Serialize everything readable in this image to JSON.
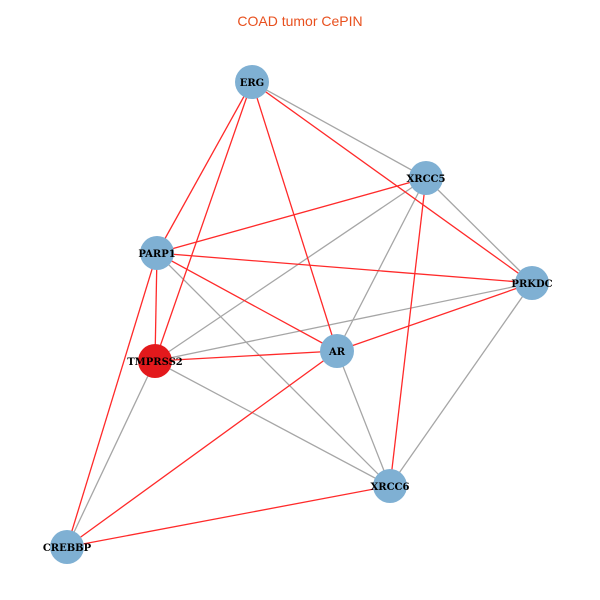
{
  "title": "COAD tumor CePIN",
  "colors": {
    "node": "#7fb0d3",
    "highlight": "#e3191c",
    "edge_red": "#ff2a2a",
    "edge_gray": "#a6a6a6",
    "title": "#e8501e"
  },
  "nodes": [
    {
      "id": "ERG",
      "label": "ERG",
      "highlight": false
    },
    {
      "id": "XRCC5",
      "label": "XRCC5",
      "highlight": false
    },
    {
      "id": "PARP1",
      "label": "PARP1",
      "highlight": false
    },
    {
      "id": "PRKDC",
      "label": "PRKDC",
      "highlight": false
    },
    {
      "id": "TMPRSS2",
      "label": "TMPRSS2",
      "highlight": true
    },
    {
      "id": "AR",
      "label": "AR",
      "highlight": false
    },
    {
      "id": "XRCC6",
      "label": "XRCC6",
      "highlight": false
    },
    {
      "id": "CREBBP",
      "label": "CREBBP",
      "highlight": false
    }
  ],
  "edges": [
    {
      "source": "ERG",
      "target": "XRCC5",
      "type": "gray"
    },
    {
      "source": "XRCC5",
      "target": "PRKDC",
      "type": "gray"
    },
    {
      "source": "XRCC5",
      "target": "TMPRSS2",
      "type": "gray"
    },
    {
      "source": "XRCC5",
      "target": "AR",
      "type": "gray"
    },
    {
      "source": "PRKDC",
      "target": "TMPRSS2",
      "type": "gray"
    },
    {
      "source": "PRKDC",
      "target": "XRCC6",
      "type": "gray"
    },
    {
      "source": "PARP1",
      "target": "XRCC6",
      "type": "gray"
    },
    {
      "source": "TMPRSS2",
      "target": "XRCC6",
      "type": "gray"
    },
    {
      "source": "TMPRSS2",
      "target": "CREBBP",
      "type": "gray"
    },
    {
      "source": "AR",
      "target": "XRCC6",
      "type": "gray"
    },
    {
      "source": "ERG",
      "target": "PARP1",
      "type": "red"
    },
    {
      "source": "ERG",
      "target": "TMPRSS2",
      "type": "red"
    },
    {
      "source": "ERG",
      "target": "AR",
      "type": "red"
    },
    {
      "source": "ERG",
      "target": "PRKDC",
      "type": "red"
    },
    {
      "source": "PARP1",
      "target": "XRCC5",
      "type": "red"
    },
    {
      "source": "PARP1",
      "target": "PRKDC",
      "type": "red"
    },
    {
      "source": "PARP1",
      "target": "AR",
      "type": "red"
    },
    {
      "source": "PARP1",
      "target": "TMPRSS2",
      "type": "red"
    },
    {
      "source": "PARP1",
      "target": "CREBBP",
      "type": "red"
    },
    {
      "source": "TMPRSS2",
      "target": "AR",
      "type": "red"
    },
    {
      "source": "AR",
      "target": "PRKDC",
      "type": "red"
    },
    {
      "source": "AR",
      "target": "CREBBP",
      "type": "red"
    },
    {
      "source": "XRCC5",
      "target": "XRCC6",
      "type": "red"
    },
    {
      "source": "XRCC6",
      "target": "CREBBP",
      "type": "red"
    }
  ]
}
